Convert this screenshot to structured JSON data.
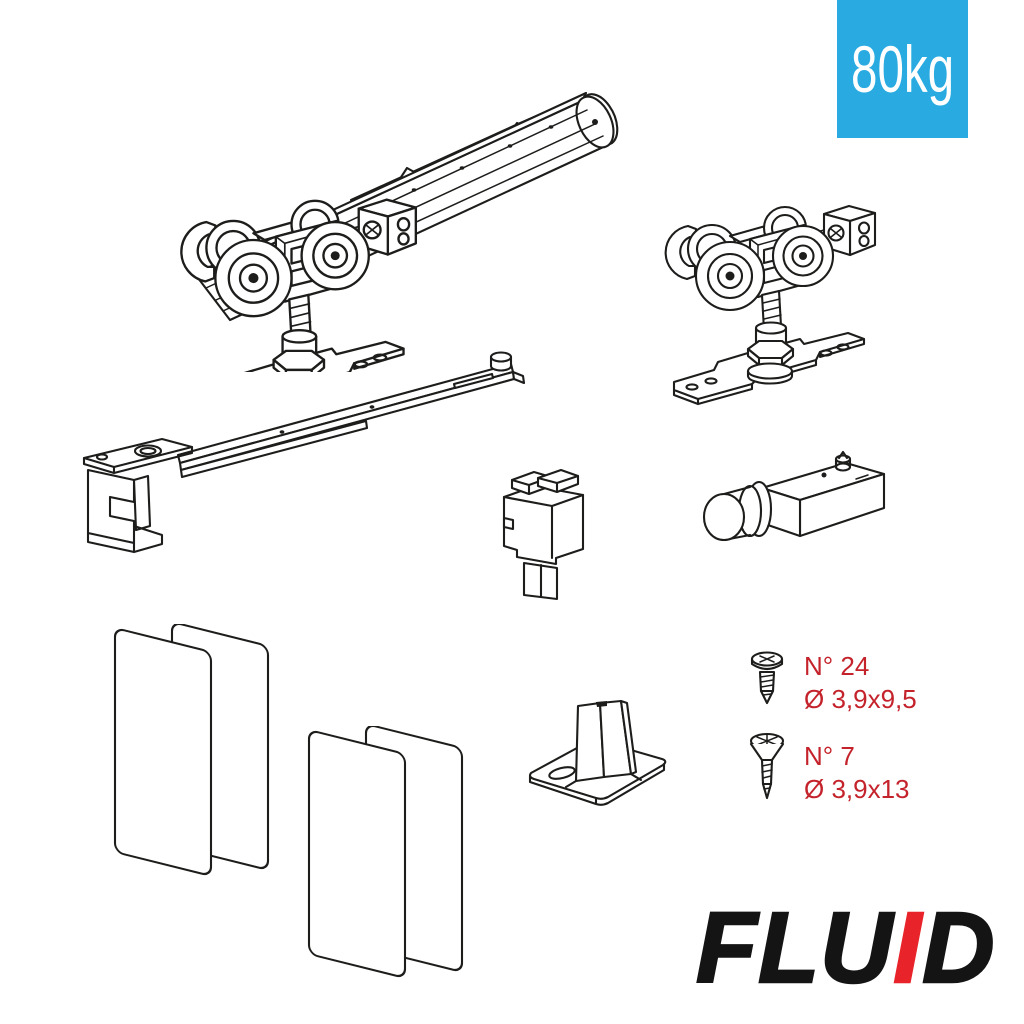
{
  "badge": {
    "text": "80kg"
  },
  "colors": {
    "line": "#1d1d1b",
    "badge_bg": "#29ABE2",
    "badge_fg": "#FFFFFF",
    "label_red": "#C4232B",
    "logo_black": "#141414",
    "logo_red": "#E8242A"
  },
  "screws": [
    {
      "name": "pan-head-screw",
      "count_label": "N° 24",
      "size_label": "Ø 3,9x9,5"
    },
    {
      "name": "countersunk-screw",
      "count_label": "N° 7",
      "size_label": "Ø 3,9x13"
    }
  ],
  "logo": {
    "text_black_1": "FLU",
    "text_red": "I",
    "text_black_2": "D"
  },
  "parts": {
    "track_assembly": "track-rail-with-hanger-carriage",
    "carriage": "hanger-carriage-with-bracket",
    "arm": "soft-close-activator-arm",
    "end_stop": "track-end-stop",
    "damper": "soft-close-damper",
    "panels_pair_1": "spacer-panels-pair",
    "panels_pair_2": "spacer-panels-pair",
    "floor_guide": "floor-guide",
    "screw_1": "pan-head-screw",
    "screw_2": "countersunk-screw"
  }
}
